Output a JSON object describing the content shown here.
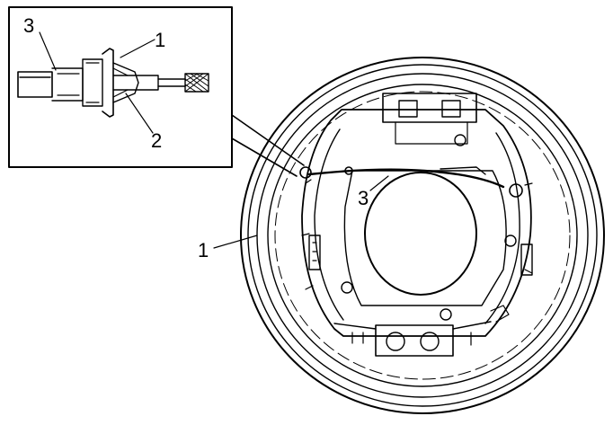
{
  "inset": {
    "callouts": [
      {
        "id": "inset-label-3",
        "text": "3"
      },
      {
        "id": "inset-label-1",
        "text": "1"
      },
      {
        "id": "inset-label-2",
        "text": "2"
      }
    ]
  },
  "main": {
    "callouts": [
      {
        "id": "main-label-1",
        "text": "1"
      },
      {
        "id": "main-label-3",
        "text": "3"
      }
    ]
  }
}
